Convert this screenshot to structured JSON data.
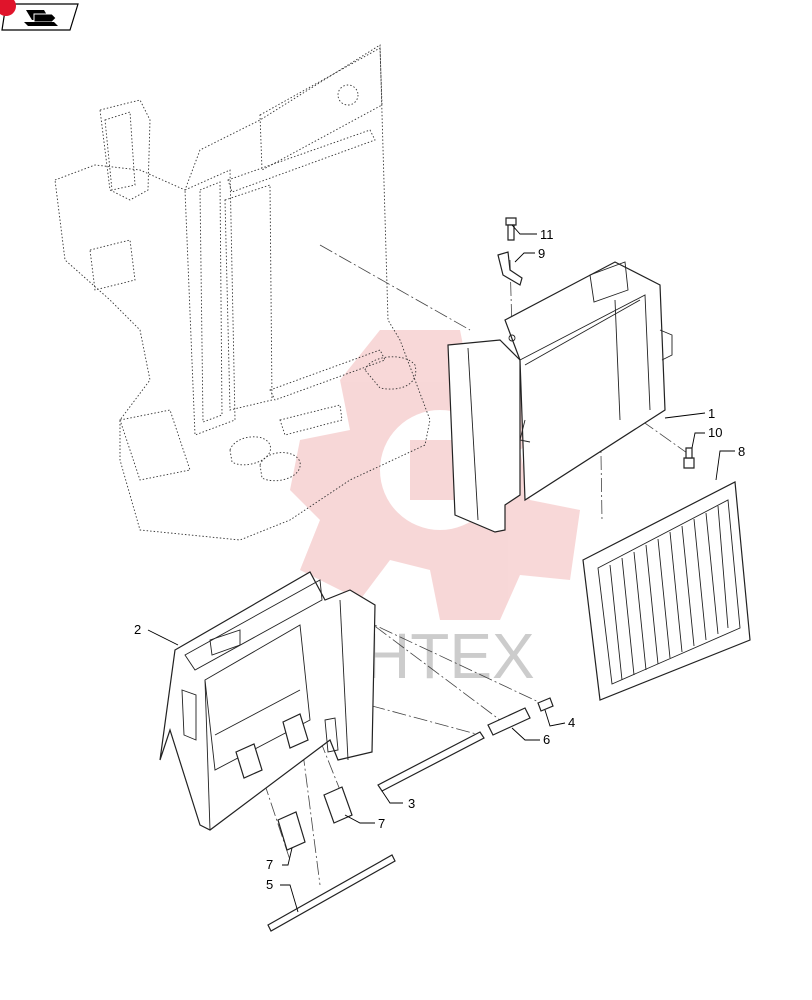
{
  "watermark": {
    "text": "ИНТЕХ",
    "gear_color": "#f2b8b8"
  },
  "nav": {
    "icon": "book-arrow-icon",
    "badge_color": "#e0142b"
  },
  "callouts": [
    {
      "id": "c1",
      "label": "1"
    },
    {
      "id": "c2",
      "label": "2"
    },
    {
      "id": "c3",
      "label": "3"
    },
    {
      "id": "c4",
      "label": "4"
    },
    {
      "id": "c5",
      "label": "5"
    },
    {
      "id": "c6",
      "label": "6"
    },
    {
      "id": "c7a",
      "label": "7"
    },
    {
      "id": "c7b",
      "label": "7"
    },
    {
      "id": "c8",
      "label": "8"
    },
    {
      "id": "c9",
      "label": "9"
    },
    {
      "id": "c10",
      "label": "10"
    },
    {
      "id": "c11",
      "label": "11"
    }
  ]
}
